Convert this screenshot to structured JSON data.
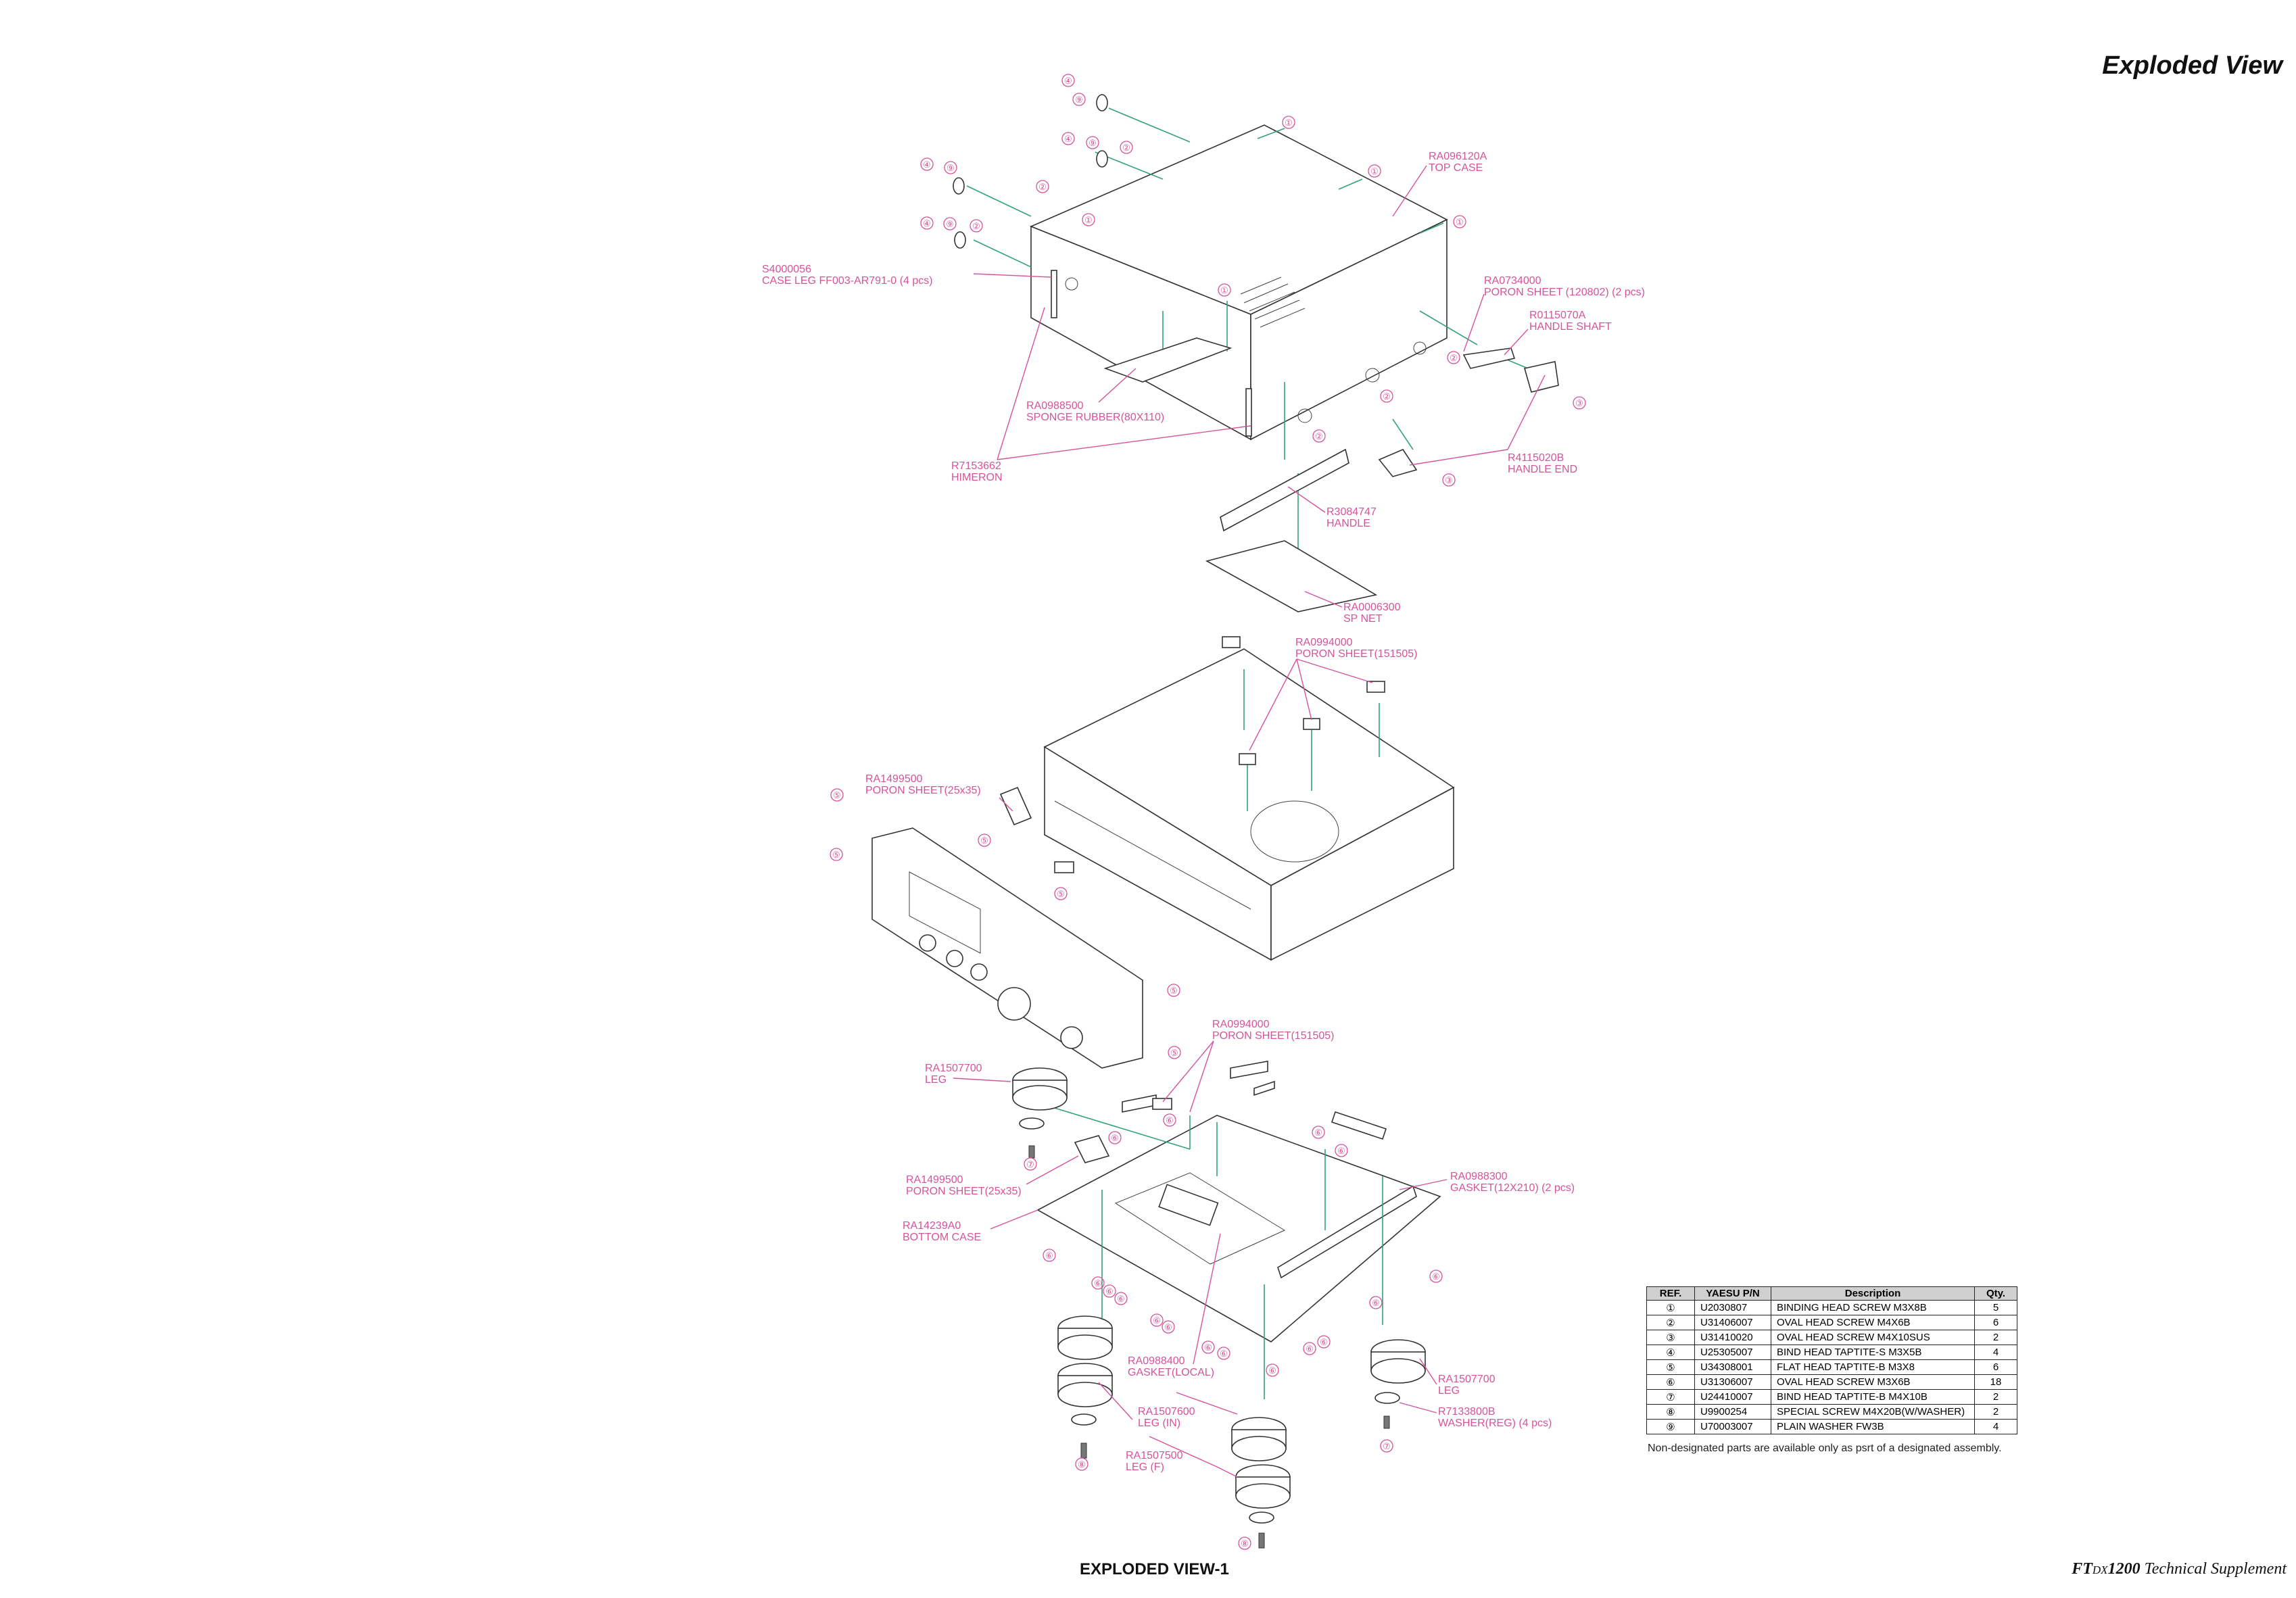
{
  "header": {
    "title": "Exploded View"
  },
  "footer": {
    "left": "EXPLODED VIEW-1",
    "right_model": "FT",
    "right_dx": "DX",
    "right_num": "1200",
    "right_rest": " Technical Supplement"
  },
  "callouts": {
    "top_case": {
      "pn": "RA096120A",
      "name": "TOP CASE"
    },
    "case_leg": {
      "pn": "S4000056",
      "name": "CASE LEG FF003-AR791-0 (4 pcs)"
    },
    "poron_120802": {
      "pn": "RA0734000",
      "name": "PORON SHEET (120802) (2 pcs)"
    },
    "handle_shaft": {
      "pn": "R0115070A",
      "name": "HANDLE SHAFT"
    },
    "sponge": {
      "pn": "RA0988500",
      "name": "SPONGE RUBBER(80X110)"
    },
    "handle_end": {
      "pn": "R4115020B",
      "name": "HANDLE END"
    },
    "himeron": {
      "pn": "R7153662",
      "name": "HIMERON"
    },
    "handle": {
      "pn": "R3084747",
      "name": "HANDLE"
    },
    "sp_net": {
      "pn": "RA0006300",
      "name": "SP NET"
    },
    "poron_151505_a": {
      "pn": "RA0994000",
      "name": "PORON SHEET(151505)"
    },
    "poron_25x35_a": {
      "pn": "RA1499500",
      "name": "PORON SHEET(25x35)"
    },
    "poron_151505_b": {
      "pn": "RA0994000",
      "name": "PORON SHEET(151505)"
    },
    "leg_top": {
      "pn": "RA1507700",
      "name": "LEG"
    },
    "poron_25x35_b": {
      "pn": "RA1499500",
      "name": "PORON SHEET(25x35)"
    },
    "gasket_12x210": {
      "pn": "RA0988300",
      "name": "GASKET(12X210) (2 pcs)"
    },
    "bottom_case": {
      "pn": "RA14239A0",
      "name": "BOTTOM CASE"
    },
    "gasket_local": {
      "pn": "RA0988400",
      "name": "GASKET(LOCAL)"
    },
    "leg_right": {
      "pn": "RA1507700",
      "name": "LEG"
    },
    "leg_in": {
      "pn": "RA1507600",
      "name": "LEG (IN)"
    },
    "washer_reg": {
      "pn": "R7133800B",
      "name": "WASHER(REG) (4 pcs)"
    },
    "leg_f": {
      "pn": "RA1507500",
      "name": "LEG (F)"
    }
  },
  "markers": [
    "①",
    "②",
    "③",
    "④",
    "⑤",
    "⑥",
    "⑦",
    "⑧",
    "⑨"
  ],
  "parts_table": {
    "headers": [
      "REF.",
      "YAESU P/N",
      "Description",
      "Qty."
    ],
    "rows": [
      {
        "ref": "①",
        "pn": "U2030807",
        "desc": "BINDING HEAD SCREW M3X8B",
        "qty": "5"
      },
      {
        "ref": "②",
        "pn": "U31406007",
        "desc": "OVAL HEAD SCREW M4X6B",
        "qty": "6"
      },
      {
        "ref": "③",
        "pn": "U31410020",
        "desc": "OVAL HEAD SCREW M4X10SUS",
        "qty": "2"
      },
      {
        "ref": "④",
        "pn": "U25305007",
        "desc": "BIND HEAD TAPTITE-S M3X5B",
        "qty": "4"
      },
      {
        "ref": "⑤",
        "pn": "U34308001",
        "desc": "FLAT HEAD TAPTITE-B M3X8",
        "qty": "6"
      },
      {
        "ref": "⑥",
        "pn": "U31306007",
        "desc": "OVAL HEAD SCREW M3X6B",
        "qty": "18"
      },
      {
        "ref": "⑦",
        "pn": "U24410007",
        "desc": "BIND HEAD TAPTITE-B M4X10B",
        "qty": "2"
      },
      {
        "ref": "⑧",
        "pn": "U9900254",
        "desc": "SPECIAL SCREW M4X20B(W/WASHER)",
        "qty": "2"
      },
      {
        "ref": "⑨",
        "pn": "U70003007",
        "desc": "PLAIN WASHER FW3B",
        "qty": "4"
      }
    ],
    "note": "Non-designated parts are available only as psrt of a designated assembly."
  }
}
